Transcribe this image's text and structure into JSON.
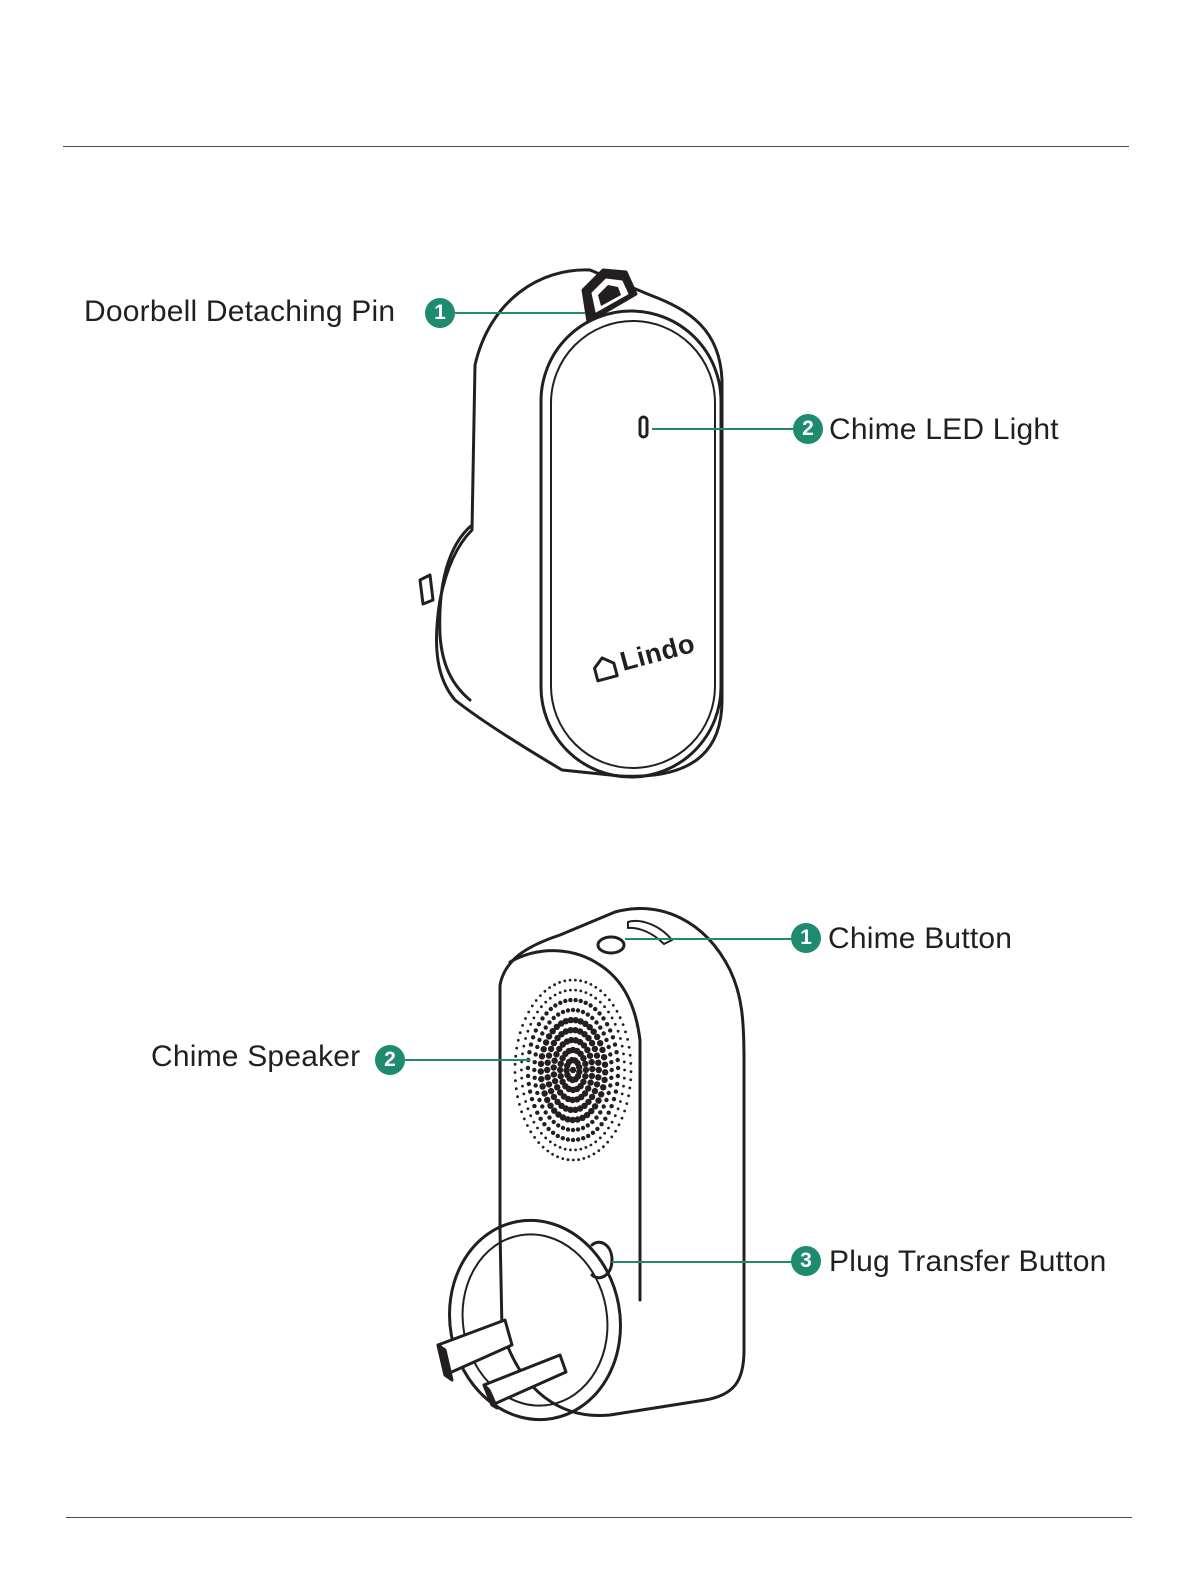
{
  "device_front": {
    "callouts": [
      {
        "number": "1",
        "label": "Doorbell Detaching Pin"
      },
      {
        "number": "2",
        "label": "Chime LED Light"
      }
    ],
    "brand_logo": "Lindo",
    "logo_icon": "house-outline-icon"
  },
  "device_side": {
    "callouts": [
      {
        "number": "1",
        "label": "Chime Button"
      },
      {
        "number": "2",
        "label": "Chime Speaker"
      },
      {
        "number": "3",
        "label": "Plug Transfer Button"
      }
    ]
  },
  "colors": {
    "accent": "#1e8a6e",
    "line": "#231f20",
    "rule": "#4a4a4a"
  }
}
